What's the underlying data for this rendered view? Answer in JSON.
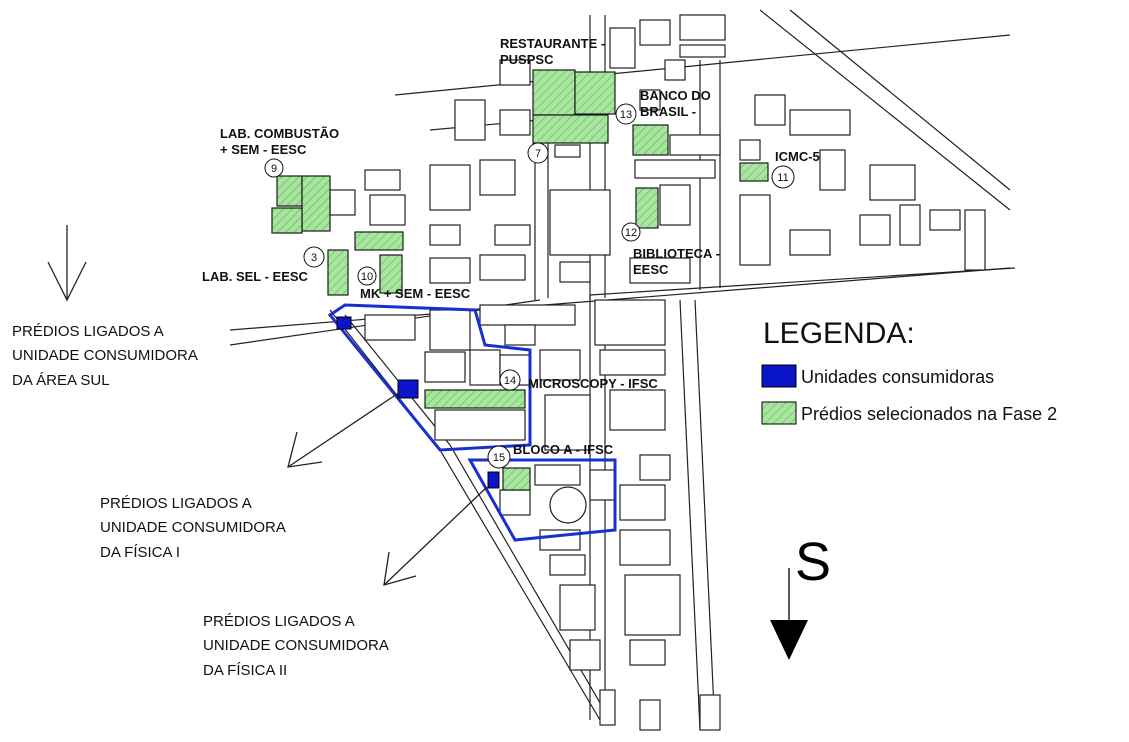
{
  "labels": {
    "restaurante": "RESTAURANTE -",
    "restaurante2": "PUSPSC",
    "banco": "BANCO DO",
    "banco2": "BRASIL -",
    "lab_comb": "LAB. COMBUSTÃO",
    "lab_comb2": "+ SEM - EESC",
    "icmc": "ICMC-5",
    "biblioteca": "BIBLIOTECA -",
    "biblioteca2": "EESC",
    "lab_sel": "LAB. SEL - EESC",
    "mk": "MK + SEM - EESC",
    "microscopy": "MICROSCOPY - IFSC",
    "bloco": "BLOCO A - IFSC"
  },
  "numbers": {
    "n3": "3",
    "n7": "7",
    "n9": "9",
    "n10": "10",
    "n11": "11",
    "n12": "12",
    "n13": "13",
    "n14": "14",
    "n15": "15"
  },
  "notes": {
    "sul1": "PRÉDIOS LIGADOS A",
    "sul2": "UNIDADE CONSUMIDORA",
    "sul3": "DA ÁREA SUL",
    "fis1_1": "PRÉDIOS LIGADOS A",
    "fis1_2": "UNIDADE CONSUMIDORA",
    "fis1_3": "DA FÍSICA I",
    "fis2_1": "PRÉDIOS LIGADOS A",
    "fis2_2": "UNIDADE CONSUMIDORA",
    "fis2_3": "DA FÍSICA II"
  },
  "legend": {
    "title": "LEGENDA:",
    "unidades": "Unidades consumidoras",
    "predios": "Prédios selecionados na Fase 2",
    "unidades_color": "#0a14c8",
    "predios_color": "#a8e6a0"
  },
  "orientation": "S"
}
